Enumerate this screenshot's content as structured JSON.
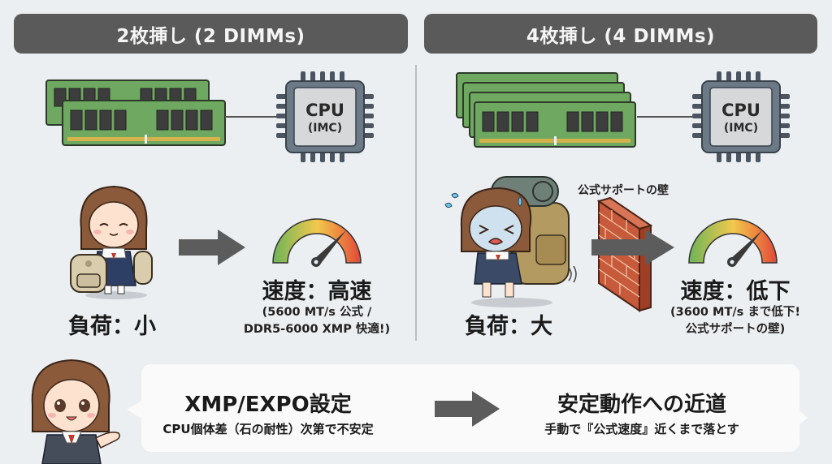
{
  "left_panel": {
    "header": "2枚挿し (2 DIMMs)",
    "dimm_count": 2,
    "cpu_label": "CPU",
    "cpu_sub_label": "(IMC)",
    "load_label": "負荷：小",
    "speed_label": "速度：高速",
    "speed_detail_line1": "(5600 MT/s 公式 /",
    "speed_detail_line2": "DDR5-6000 XMP 快適!)",
    "character_mood": "happy",
    "backpack_size": "small"
  },
  "right_panel": {
    "header": "4枚挿し (4 DIMMs)",
    "dimm_count": 4,
    "cpu_label": "CPU",
    "cpu_sub_label": "(IMC)",
    "wall_caption": "公式サポートの壁",
    "load_label": "負荷：大",
    "speed_label": "速度：低下",
    "speed_detail_line1": "(3600 MT/s まで低下!",
    "speed_detail_line2": "公式サポートの壁)",
    "character_mood": "struggling",
    "backpack_size": "large"
  },
  "bottom_callout": {
    "left_title": "XMP/EXPO設定",
    "left_subtitle": "CPU個体差（石の耐性）次第で不安定",
    "right_title": "安定動作への近道",
    "right_subtitle": "手動で『公式速度』近くまで落とす"
  },
  "colors": {
    "background": "#eceff2",
    "header_bg": "#5a5a5a",
    "header_text": "#f5f5f5",
    "pcb_green": "#6fa860",
    "arrow_gray": "#5c5c5c",
    "gauge_green": "#6db35a",
    "gauge_yellow": "#f2c94c",
    "gauge_red": "#e0483a",
    "brick": "#c65a3a"
  }
}
